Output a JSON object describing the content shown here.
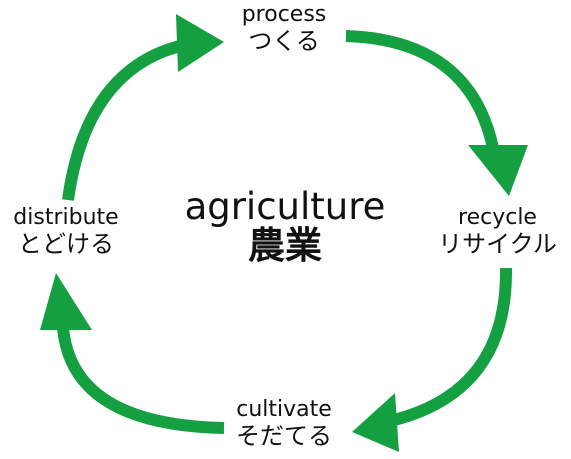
{
  "center": {
    "title_en": "agriculture",
    "title_jp": "農業"
  },
  "stages": {
    "top": {
      "en": "process",
      "jp": "つくる"
    },
    "right": {
      "en": "recycle",
      "jp": "リサイクル"
    },
    "bottom": {
      "en": "cultivate",
      "jp": "そだてる"
    },
    "left": {
      "en": "distribute",
      "jp": "とどける"
    }
  },
  "colors": {
    "arrow": "#14a040",
    "text": "#111111",
    "background": "#ffffff"
  }
}
